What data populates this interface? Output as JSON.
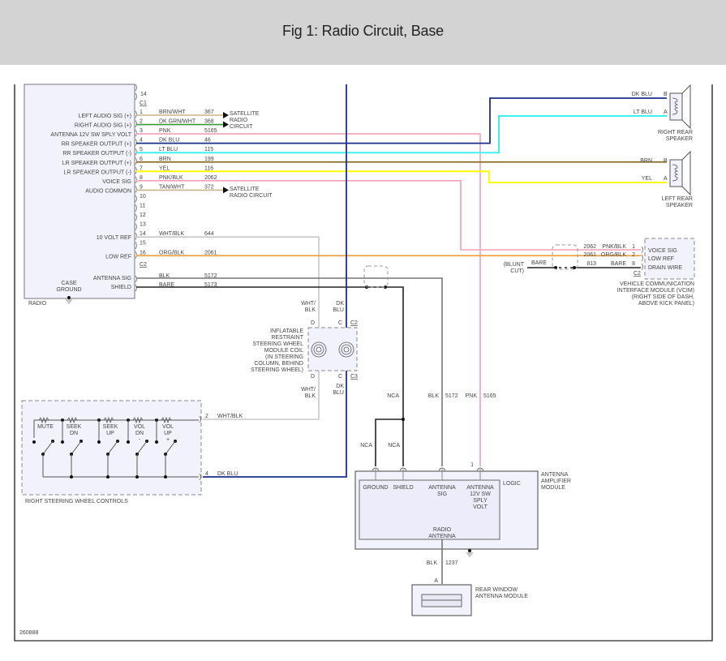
{
  "header": {
    "title": "Fig 1: Radio Circuit, Base"
  },
  "diagram_id": "260888",
  "colors": {
    "brn_wht": "#c8b48c",
    "dk_grn_wht": "#3a9a3a",
    "pnk": "#f4a0b4",
    "dk_blu": "#1a2f8c",
    "lt_blu": "#40f0f0",
    "brn": "#8a6a20",
    "yel": "#ffff00",
    "pnk_blk": "#f4a0b4",
    "tan_wht": "#c8b48c",
    "wht_blk": "#c8c8c8",
    "org_blk": "#f0a040",
    "blk": "#707070",
    "bare": "#222222",
    "box_fill": "#f2f2fc"
  },
  "radio": {
    "name": "RADIO",
    "case_ground": [
      "CASE",
      "GROUND"
    ],
    "connector_c1": "C1",
    "connector_c2": "C2",
    "top_pin": "14",
    "pins": [
      {
        "pin": "1",
        "label": "LEFT AUDIO SIG (+)",
        "color": "BRN/WHT",
        "circuit": "367"
      },
      {
        "pin": "2",
        "label": "RIGHT AUDIO SIG (+)",
        "color": "DK GRN/WHT",
        "circuit": "368"
      },
      {
        "pin": "3",
        "label": "ANTENNA 12V SW SPLY VOLT",
        "color": "PNK",
        "circuit": "5165"
      },
      {
        "pin": "4",
        "label": "RR SPEAKER OUTPUT (+)",
        "color": "DK BLU",
        "circuit": "46"
      },
      {
        "pin": "5",
        "label": "RR SPEAKER OUTPUT (-)",
        "color": "LT BLU",
        "circuit": "115"
      },
      {
        "pin": "6",
        "label": "LR SPEAKER OUTPUT (+)",
        "color": "BRN",
        "circuit": "199"
      },
      {
        "pin": "7",
        "label": "LR SPEAKER OUTPUT (-)",
        "color": "YEL",
        "circuit": "116"
      },
      {
        "pin": "8",
        "label": "VOICE SIG",
        "color": "PNK/BLK",
        "circuit": "2062"
      },
      {
        "pin": "9",
        "label": "AUDIO COMMON",
        "color": "TAN/WHT",
        "circuit": "372"
      },
      {
        "pin": "10",
        "label": "",
        "color": "",
        "circuit": ""
      },
      {
        "pin": "11",
        "label": "",
        "color": "",
        "circuit": ""
      },
      {
        "pin": "12",
        "label": "",
        "color": "",
        "circuit": ""
      },
      {
        "pin": "13",
        "label": "",
        "color": "",
        "circuit": ""
      },
      {
        "pin": "14",
        "label": "10 VOLT REF",
        "color": "WHT/BLK",
        "circuit": "644"
      },
      {
        "pin": "15",
        "label": "",
        "color": "",
        "circuit": ""
      },
      {
        "pin": "16",
        "label": "LOW REF",
        "color": "ORG/BLK",
        "circuit": "2061"
      }
    ],
    "c2_pins": [
      {
        "label": "ANTENNA SIG",
        "color": "BLK",
        "circuit": "5172"
      },
      {
        "label": "SHIELD",
        "color": "BARE",
        "circuit": "5173"
      }
    ]
  },
  "satellite": {
    "radio_circuit_1": [
      "SATELLITE",
      "RADIO",
      "CIRCUIT"
    ],
    "radio_circuit_2": [
      "SATELLITE",
      "RADIO CIRCUIT"
    ]
  },
  "right_rear_speaker": {
    "name": [
      "RIGHT REAR",
      "SPEAKER"
    ],
    "pins": [
      {
        "pin": "B",
        "color": "DK BLU"
      },
      {
        "pin": "A",
        "color": "LT BLU"
      }
    ]
  },
  "left_rear_speaker": {
    "name": [
      "LEFT REAR",
      "SPEAKER"
    ],
    "pins": [
      {
        "pin": "B",
        "color": "BRN"
      },
      {
        "pin": "A",
        "color": "YEL"
      }
    ]
  },
  "vcim": {
    "name": [
      "VEHICLE COMMUNICATION",
      "INTERFACE MODULE (VCIM)",
      "(RIGHT SIDE OF DASH,",
      "ABOVE KICK PANEL)"
    ],
    "connector": "C2",
    "pins": [
      {
        "pin": "1",
        "label": "VOICE SIG",
        "color": "PNK/BLK",
        "circuit": "2062"
      },
      {
        "pin": "2",
        "label": "LOW REF",
        "color": "ORG/BLK",
        "circuit": "2061"
      },
      {
        "pin": "8",
        "label": "DRAIN WIRE",
        "color": "BARE",
        "circuit": "813"
      }
    ],
    "blunt_cut": [
      "(BLUNT",
      "CUT)"
    ],
    "bare_label": "BARE"
  },
  "coil": {
    "name": [
      "INFLATABLE",
      "RESTRAINT",
      "STEERING WHEEL",
      "MODULE COIL",
      "(IN STEERING",
      "COLUMN, BEHIND",
      "STEERING WHEEL)"
    ],
    "top_connector": "C2",
    "bottom_connector": "C3",
    "pin_d": "D",
    "pin_c": "C",
    "wht_blk": [
      "WHT/",
      "BLK"
    ],
    "dk_blu": [
      "DK",
      "BLU"
    ]
  },
  "steering_controls": {
    "name": "RIGHT STEERING WHEEL CONTROLS",
    "switches": [
      {
        "label": [
          "MUTE"
        ]
      },
      {
        "label": [
          "SEEK",
          "DN"
        ]
      },
      {
        "label": [
          "SEEK",
          "UP"
        ]
      },
      {
        "label": [
          "VOL",
          "DN",
          "-"
        ]
      },
      {
        "label": [
          "VOL",
          "UP",
          "+"
        ]
      }
    ],
    "pin2": {
      "pin": "2",
      "color": "WHT/BLK"
    },
    "pin4": {
      "pin": "4",
      "color": "DK BLU"
    }
  },
  "antenna_amp": {
    "name": [
      "ANTENNA",
      "AMPLIFIER",
      "MODULE"
    ],
    "logic": "LOGIC",
    "terminals": [
      {
        "label": [
          "GROUND"
        ]
      },
      {
        "label": [
          "SHIELD"
        ]
      },
      {
        "label": [
          "ANTENNA",
          "SIG"
        ]
      },
      {
        "label": [
          "ANTENNA",
          "12V SW",
          "SPLY",
          "VOLT"
        ]
      }
    ],
    "radio_antenna": [
      "RADIO",
      "ANTENNA"
    ],
    "pin1": "1",
    "nca": "NCA",
    "blk_label": "BLK",
    "blk_circuit": "5172",
    "pnk_label": "PNK",
    "pnk_circuit": "5165"
  },
  "rear_window": {
    "name": [
      "REAR WINDOW",
      "ANTENNA MODULE"
    ],
    "pin": "A",
    "color": "BLK",
    "circuit": "1237"
  }
}
